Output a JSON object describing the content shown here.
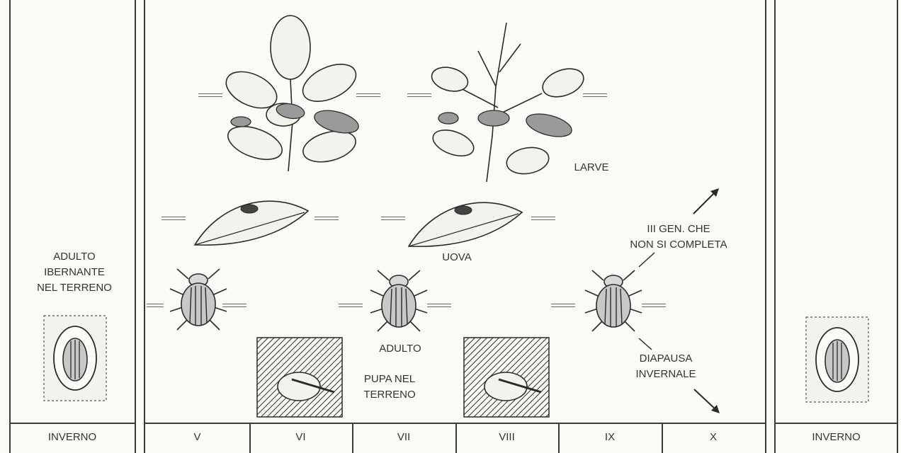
{
  "labels": {
    "adult_hibernating": [
      "ADULTO",
      "IBERNANTE",
      "NEL TERRENO"
    ],
    "larvae": "LARVE",
    "eggs": "UOVA",
    "adult": "ADULTO",
    "pupa": [
      "PUPA NEL",
      "TERRENO"
    ],
    "third_gen": [
      "III GEN. CHE",
      "NON SI COMPLETA"
    ],
    "diapause": [
      "DIAPAUSA",
      "INVERNALE"
    ]
  },
  "timeline": {
    "winter_left": "INVERNO",
    "months": [
      "V",
      "VI",
      "VII",
      "VIII",
      "IX",
      "X"
    ],
    "winter_right": "INVERNO"
  }
}
